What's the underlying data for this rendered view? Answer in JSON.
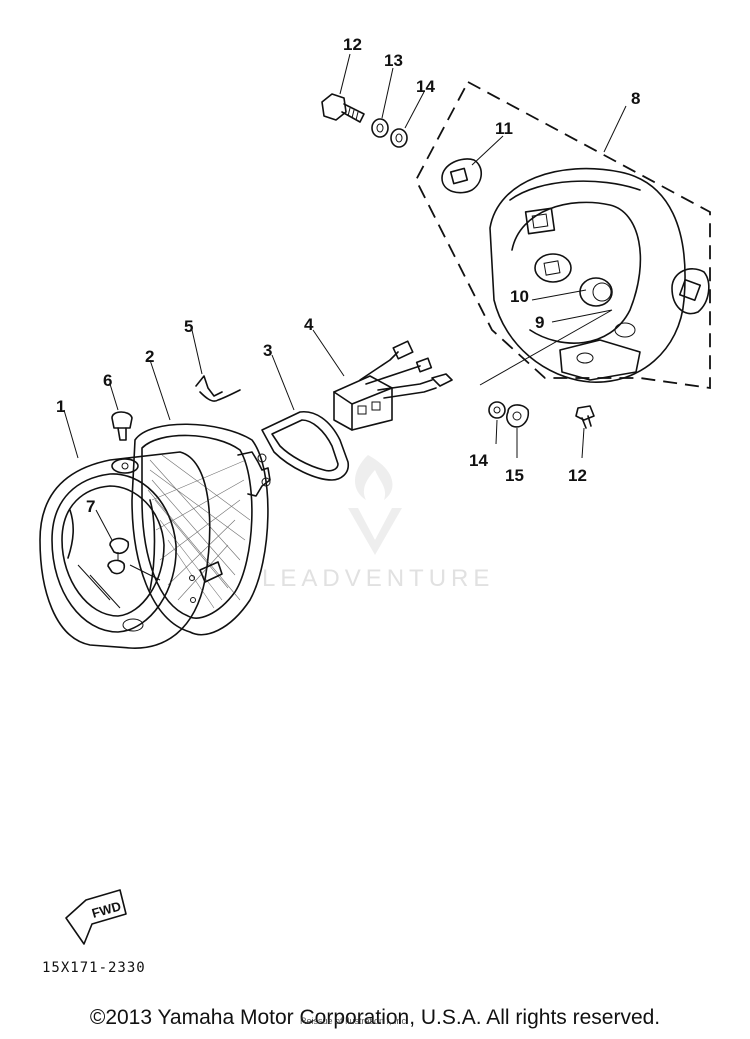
{
  "diagram": {
    "callouts": [
      {
        "id": "c1",
        "text": "1"
      },
      {
        "id": "c2",
        "text": "2"
      },
      {
        "id": "c3",
        "text": "3"
      },
      {
        "id": "c4",
        "text": "4"
      },
      {
        "id": "c5",
        "text": "5"
      },
      {
        "id": "c6",
        "text": "6"
      },
      {
        "id": "c7",
        "text": "7"
      },
      {
        "id": "c8",
        "text": "8"
      },
      {
        "id": "c9",
        "text": "9"
      },
      {
        "id": "c10",
        "text": "10"
      },
      {
        "id": "c11",
        "text": "11"
      },
      {
        "id": "c12a",
        "text": "12"
      },
      {
        "id": "c12b",
        "text": "12"
      },
      {
        "id": "c13",
        "text": "13"
      },
      {
        "id": "c14a",
        "text": "14"
      },
      {
        "id": "c14b",
        "text": "14"
      },
      {
        "id": "c15",
        "text": "15"
      }
    ],
    "fwd_label": "FWD",
    "part_code": "15X171-2330",
    "watermark": "LEADVENTURE"
  },
  "footer": {
    "copyright": "©2013 Yamaha Motor Corporation, U.S.A. All rights reserved.",
    "overlay_text": "Reissue of Ilustration r, Inc."
  }
}
